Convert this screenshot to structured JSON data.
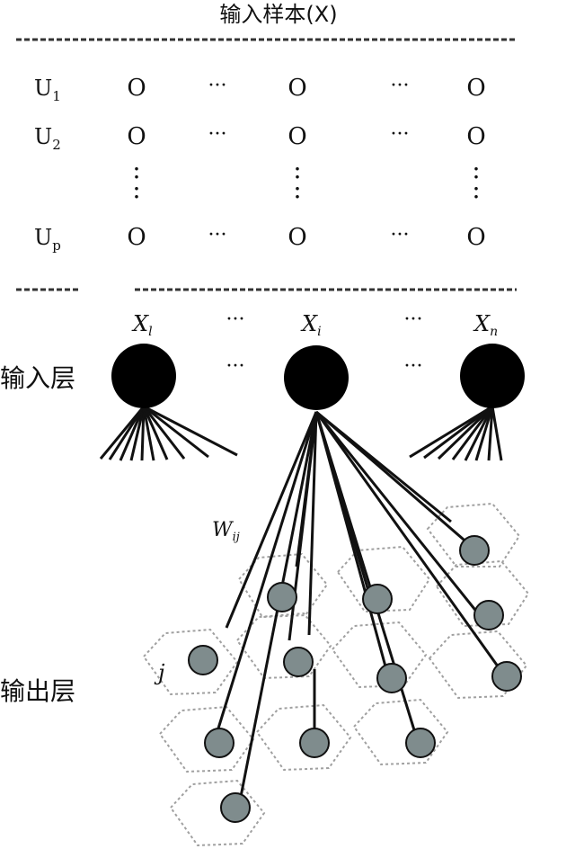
{
  "title": "输入样本(X)",
  "sample_rows": [
    {
      "label": "U",
      "sub": "1"
    },
    {
      "label": "U",
      "sub": "2"
    },
    {
      "label": "U",
      "sub": "p"
    }
  ],
  "sample_symbol": "O",
  "ellipsis": "···",
  "vertical_ellipsis": ":",
  "input_nodes": [
    {
      "label": "X",
      "sub": "l"
    },
    {
      "label": "X",
      "sub": "i"
    },
    {
      "label": "X",
      "sub": "n"
    }
  ],
  "input_layer_label": "输入层",
  "output_layer_label": "输出层",
  "weight_label": {
    "label": "W",
    "sub": "ij"
  },
  "output_node_label": "j",
  "colors": {
    "line": "#111111",
    "input_node": "#000000",
    "output_node": "#7f8c8d",
    "hex_border": "#a0a0a0"
  }
}
